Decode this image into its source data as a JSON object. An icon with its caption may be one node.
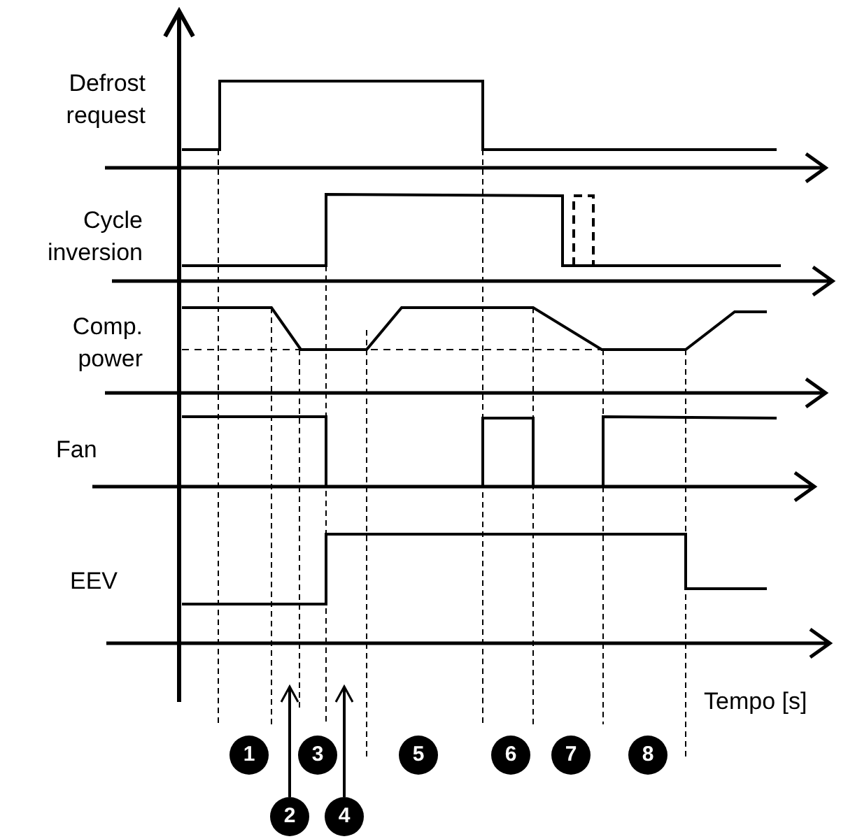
{
  "diagram": {
    "nodes": [
      {
        "text": [
          "1"
        ]
      },
      {
        "text": [
          "2"
        ]
      },
      {
        "text": [
          "3"
        ]
      },
      {
        "text": [
          "4"
        ]
      },
      {
        "text": [
          "5"
        ]
      },
      {
        "text": [
          "6"
        ]
      },
      {
        "text": [
          "7"
        ]
      },
      {
        "text": [
          "8"
        ]
      }
    ],
    "edges": [
      {
        "from": 1,
        "to": null,
        "arrow": "to"
      },
      {
        "from": 3,
        "to": null,
        "arrow": "to"
      }
    ],
    "labels": [
      "Defrost request",
      "Cycle inversion",
      "Comp. power",
      "Fan",
      "EEV",
      "Tempo [s]"
    ]
  }
}
